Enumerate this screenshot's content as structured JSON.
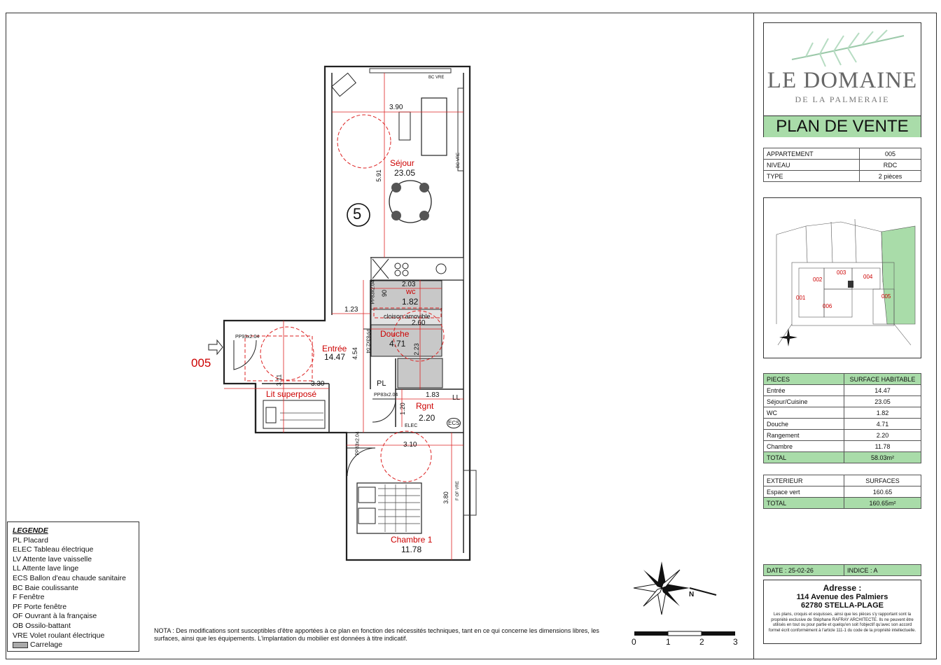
{
  "logo": {
    "title": "LE DOMAINE",
    "subtitle": "DE LA PALMERAIE"
  },
  "plan_title": "PLAN DE VENTE",
  "apartment_info": [
    {
      "label": "APPARTEMENT",
      "value": "005"
    },
    {
      "label": "NIVEAU",
      "value": "RDC"
    },
    {
      "label": "TYPE",
      "value": "2 pièces"
    }
  ],
  "rooms_table": {
    "headers": [
      "PIECES",
      "SURFACE HABITABLE"
    ],
    "rows": [
      {
        "name": "Entrée",
        "value": "14.47"
      },
      {
        "name": "Séjour/Cuisine",
        "value": "23.05"
      },
      {
        "name": "WC",
        "value": "1.82"
      },
      {
        "name": "Douche",
        "value": "4.71"
      },
      {
        "name": "Rangement",
        "value": "2.20"
      },
      {
        "name": "Chambre",
        "value": "11.78"
      }
    ],
    "total": {
      "name": "TOTAL",
      "value": "58.03m²"
    }
  },
  "exterior_table": {
    "headers": [
      "EXTERIEUR",
      "SURFACES"
    ],
    "rows": [
      {
        "name": "Espace vert",
        "value": "160.65"
      }
    ],
    "total": {
      "name": "TOTAL",
      "value": "160.65m²"
    }
  },
  "date_row": {
    "date": "DATE : 25-02-26",
    "index": "INDICE : A"
  },
  "address": {
    "heading": "Adresse :",
    "line1": "114 Avenue des Palmiers",
    "line2": "62780 STELLA-PLAGE",
    "note": "Les plans, croquis et esquisses, ainsi que les pièces s'y rapportant sont la propriété exclusive de Stéphane RAFRAY ARCHITECTE. Ils ne peuvent être utilisés en tout ou pour partie et quelqu'en soit l'objectif qu'avec son accord formel écrit conformément à l'article 111-1 du code de la propriété intellectuelle."
  },
  "legend": {
    "title": "LEGENDE",
    "items": [
      "PL Placard",
      "ELEC Tableau électrique",
      "LV Attente lave vaisselle",
      "LL Attente lave linge",
      "ECS Ballon d'eau chaude sanitaire",
      "BC Baie coulissante",
      "F Fenêtre",
      "PF Porte fenêtre",
      "OF Ouvrant à la française",
      "OB Ossilo-battant",
      "VRE Volet roulant électrique"
    ],
    "swatch_label": "Carrelage"
  },
  "note": "NOTA : Des modifications sont susceptibles d'être apportées à ce plan en fonction des nécessités techniques, tant en ce qui concerne les dimensions libres, les surfaces, ainsi que les équipements. L'implantation du mobilier est données à titre indicatif.",
  "keyplan_units": [
    "002",
    "003",
    "004",
    "001",
    "006",
    "005"
  ],
  "plan": {
    "unit_number": "5",
    "entry_label": "005",
    "rooms": [
      {
        "name": "Séjour",
        "area": "23.05"
      },
      {
        "name": "Entrée",
        "area": "14.47"
      },
      {
        "name": "wc",
        "area": "1.82"
      },
      {
        "name": "Douche",
        "area": "4.71"
      },
      {
        "name": "Rgnt",
        "area": "2.20"
      },
      {
        "name": "Chambre 1",
        "area": "11.78"
      },
      {
        "name": "Lit superposé",
        "area": ""
      }
    ],
    "dimensions": [
      "3.90",
      "5.91",
      "2.03",
      "90",
      "1.23",
      "2.60",
      "4.54",
      "2.23",
      "3.30",
      "3.11",
      "1.83",
      "1.20",
      "3.10",
      "3.80"
    ],
    "door_tags": [
      "PP93x2.04",
      "PP83x2.04",
      "PP83x2.04",
      "PP83x2.04",
      "PP83x2.04"
    ],
    "fixture_tags": [
      "BC VRE",
      "BC VRE",
      "PL",
      "LL",
      "ECS",
      "ELEC",
      "cloison amovible",
      "F OF VRE"
    ]
  },
  "scale": {
    "ticks": [
      "0",
      "1",
      "2",
      "3"
    ]
  },
  "compass_label": "N"
}
